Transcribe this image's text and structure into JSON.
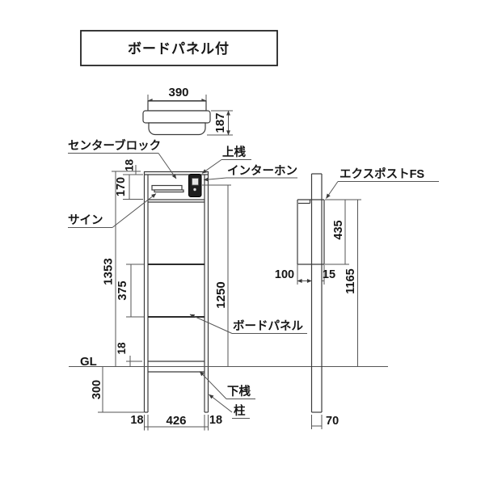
{
  "title": "ボードパネル付",
  "top_view": {
    "width": "390",
    "depth": "187"
  },
  "front_view": {
    "center_block": "センターブロック",
    "top_rail": "上桟",
    "intercom": "インターホン",
    "sign": "サイン",
    "board_panel": "ボードパネル",
    "bottom_rail": "下桟",
    "pillar": "柱",
    "ground_line": "GL",
    "dim_top_rail_h": "18",
    "dim_center_block_h": "170",
    "dim_total_h": "1353",
    "dim_panel_h": "375",
    "dim_intercom_center_h": "1250",
    "dim_bottom_rail_h": "18",
    "dim_embed_depth": "300",
    "dim_pillar_w_left": "18",
    "dim_inner_w": "426",
    "dim_pillar_w_right": "18"
  },
  "side_view": {
    "product_name": "エクスポストFS",
    "dim_box_h": "435",
    "dim_front_offset": "100",
    "dim_rear_offset": "15",
    "dim_box_top_to_gl": "1165",
    "dim_post_depth": "70"
  }
}
